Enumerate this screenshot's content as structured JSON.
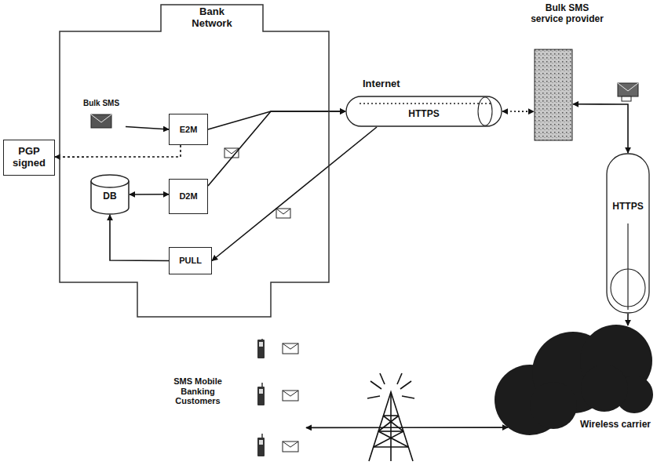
{
  "diagram": {
    "nodes": [
      {
        "text": [
          "Bank Network"
        ]
      },
      {
        "text": [
          "Bulk SMS"
        ],
        "in": 0
      },
      {
        "text": [
          "E2M"
        ],
        "in": 0
      },
      {
        "text": [
          "D2M"
        ],
        "in": 0
      },
      {
        "text": [
          "DB"
        ],
        "in": 0
      },
      {
        "text": [
          "PULL"
        ],
        "in": 0
      },
      {
        "text": [
          "PGP signed"
        ]
      },
      {
        "text": [
          "Internet",
          "HTTPS"
        ]
      },
      {
        "text": [
          "Bulk SMS service provider"
        ]
      },
      {
        "text": [
          "HTTPS"
        ]
      },
      {
        "text": [
          "Wireless carrier"
        ]
      },
      {
        "text": [
          "SMS Mobile Banking Customers"
        ]
      }
    ],
    "edges": [
      {
        "from": 1,
        "to": 2,
        "arrow": "to"
      },
      {
        "from": 2,
        "to": 6,
        "arrow": "to"
      },
      {
        "from": 2,
        "to": 7,
        "arrow": "to"
      },
      {
        "from": 3,
        "to": 7,
        "arrow": "to"
      },
      {
        "from": 4,
        "to": 3,
        "arrow": "both"
      },
      {
        "from": 7,
        "to": 5,
        "arrow": "to"
      },
      {
        "from": 5,
        "to": 4,
        "arrow": "to"
      },
      {
        "from": 7,
        "to": 8,
        "arrow": "both"
      },
      {
        "from": 8,
        "to": 9,
        "arrow": "both"
      },
      {
        "from": 9,
        "to": 10,
        "arrow": "to"
      },
      {
        "from": 10,
        "to": 11,
        "arrow": "both"
      }
    ]
  }
}
